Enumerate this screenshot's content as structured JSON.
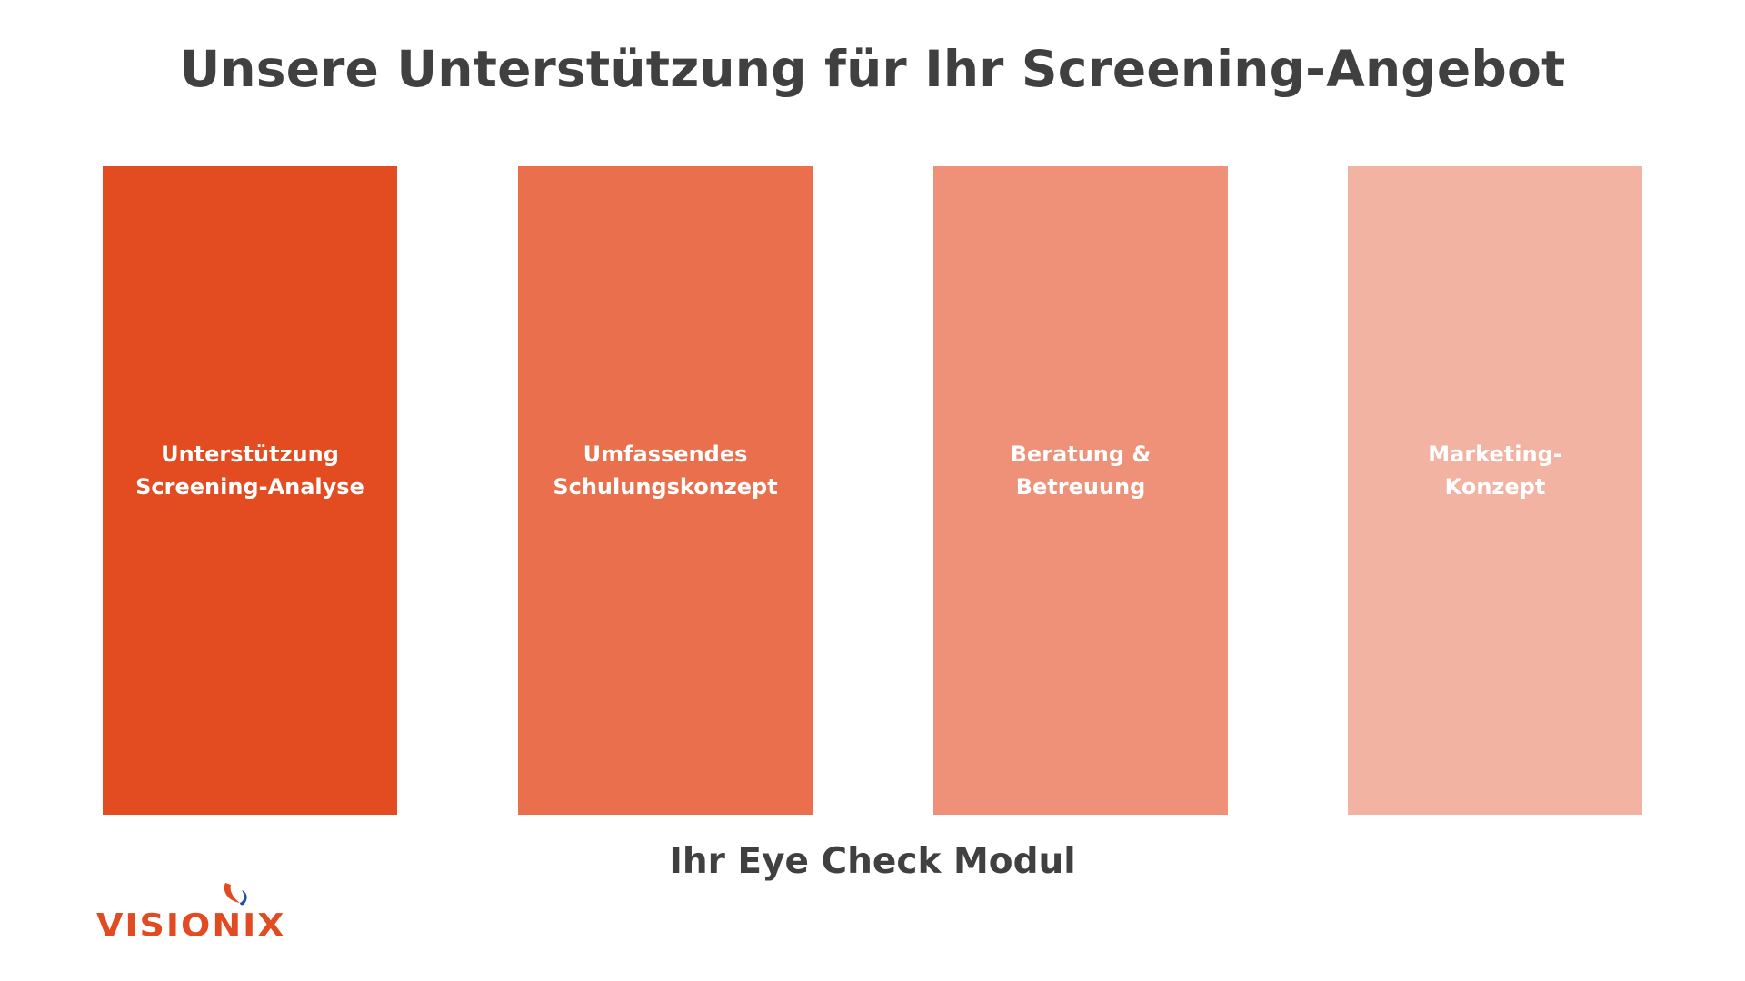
{
  "slide": {
    "title": "Unsere Unterstützung für Ihr Screening-Angebot",
    "boxes": [
      {
        "label": "Unterstützung\nScreening-Analyse",
        "color": "#e34b21"
      },
      {
        "label": "Umfassendes\nSchulungskonzept",
        "color": "#e96f4d"
      },
      {
        "label": "Beratung &\nBetreuung",
        "color": "#ef9078"
      },
      {
        "label": "Marketing-\nKonzept",
        "color": "#f3b3a2"
      }
    ],
    "footer_label": "Ihr Eye Check Modul",
    "logo": {
      "text": "VISIONIX",
      "primary_color": "#e24a22",
      "accent_color": "#1f4fa8"
    }
  }
}
